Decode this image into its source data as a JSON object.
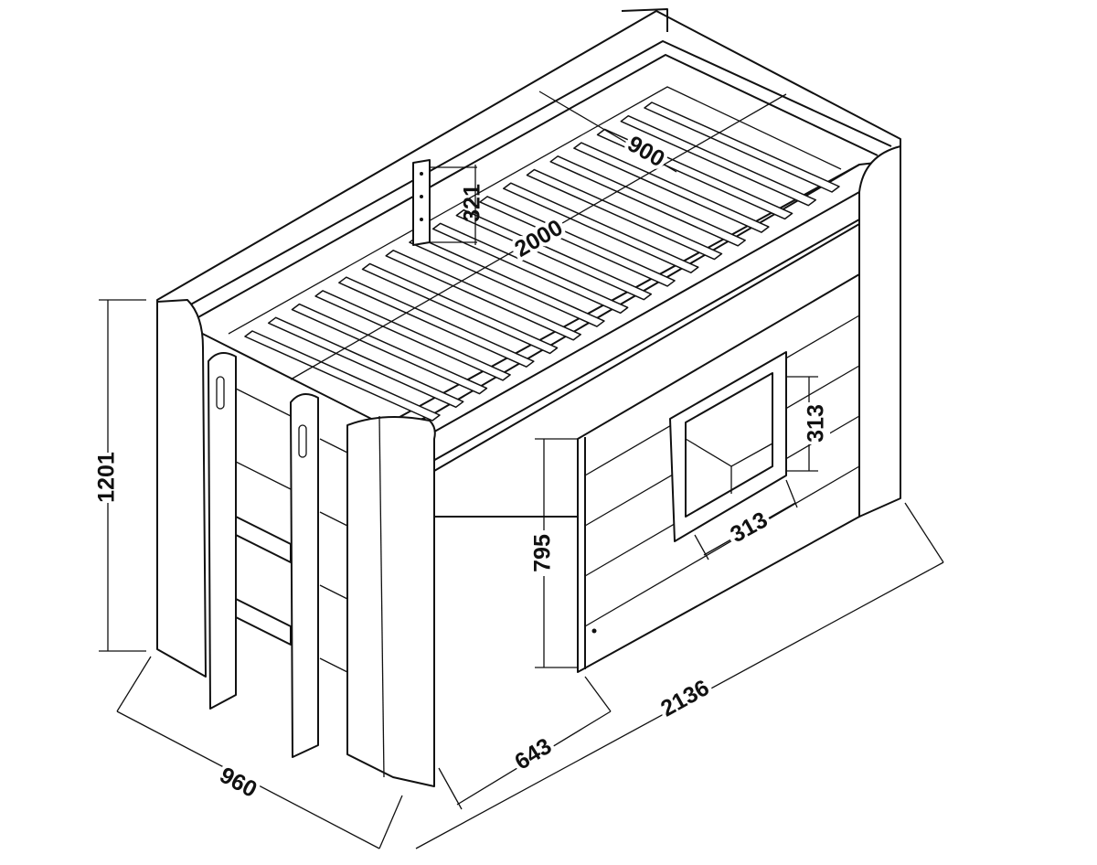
{
  "title": "Loft bed dimension drawing",
  "dimensions": {
    "height_total": "1201",
    "depth": "960",
    "length_total": "2136",
    "mattress_length": "2000",
    "mattress_width": "900",
    "guard_height": "321",
    "window_height": "313",
    "window_width": "313",
    "lower_height": "795",
    "opening_width": "643"
  },
  "slat_count": 18
}
